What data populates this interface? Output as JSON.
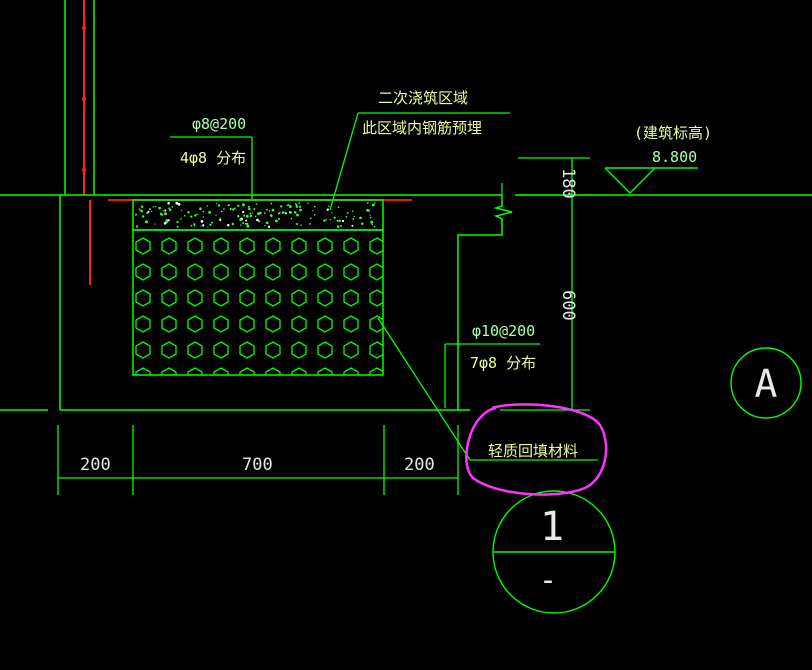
{
  "drawing": {
    "background": "#000000",
    "line_color": "#00ff00",
    "rebar_color": "#ff2020",
    "highlight_color": "#ff33ff",
    "text_color": "#e8ffc0",
    "labels": {
      "pour_zone": "二次浇筑区域",
      "embed_note": "此区域内钢筋预埋",
      "rebar_top_spacing": "φ8@200",
      "rebar_top_dist": "4φ8 分布",
      "rebar_side_spacing": "φ10@200",
      "rebar_side_dist": "7φ8 分布",
      "fill_material": "轻质回填材料",
      "elev_title": "(建筑标高)",
      "elev_value": "8.800"
    },
    "dimensions": {
      "left": "200",
      "middle": "700",
      "right": "200",
      "v_top": "180",
      "v_main": "600"
    },
    "axis_bubble": {
      "letter": "A"
    },
    "section_mark": {
      "number": "1",
      "sub": "-"
    }
  }
}
